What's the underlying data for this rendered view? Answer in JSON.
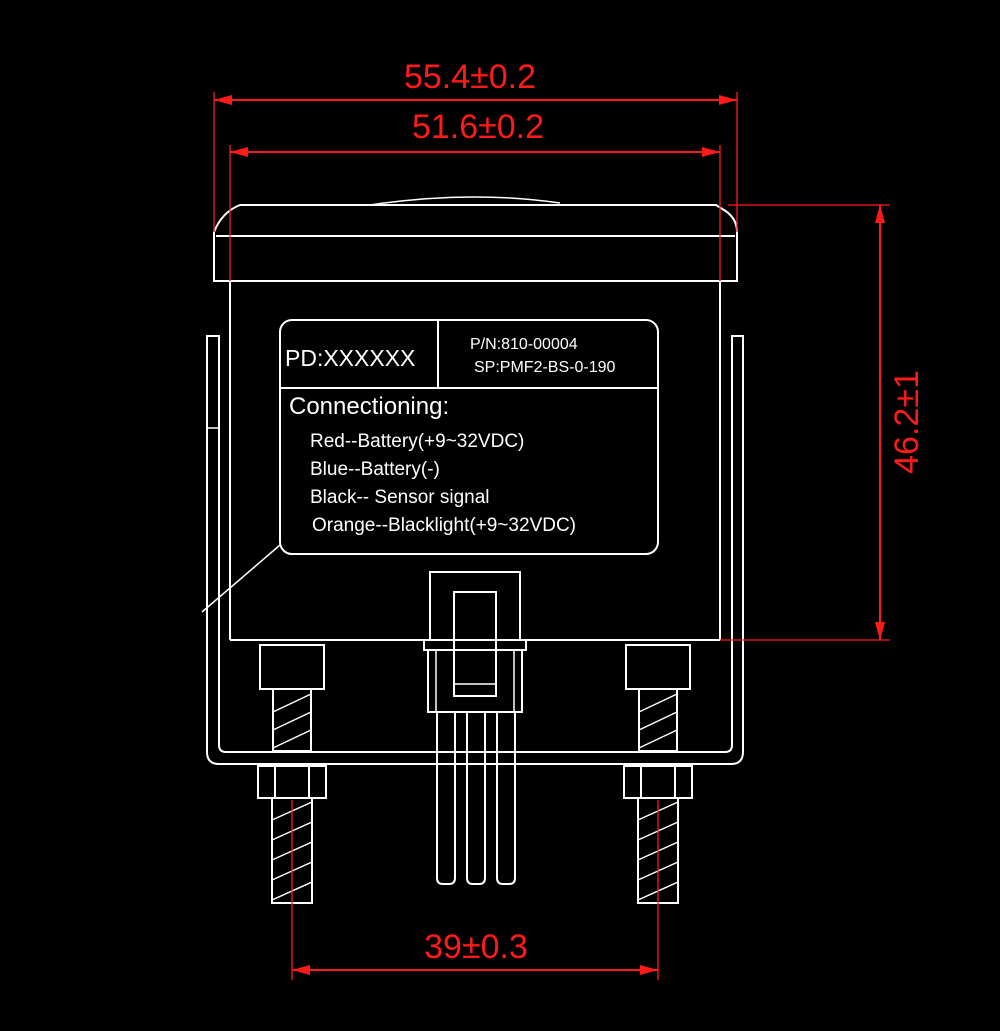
{
  "dimensions": {
    "overall_width": "55.4±0.2",
    "inner_width": "51.6±0.2",
    "height": "46.2±1",
    "terminal_spacing": "39±0.3"
  },
  "label": {
    "pd": "PD:XXXXXX",
    "pn": "P/N:810-00004",
    "sp": "SP:PMF2-BS-0-190",
    "heading": "Connectioning:",
    "wires": [
      "Red--Battery(+9~32VDC)",
      "Blue--Battery(-)",
      "Black-- Sensor signal",
      "Orange--Blacklight(+9~32VDC)"
    ]
  },
  "colors": {
    "background": "#000000",
    "outline": "#ffffff",
    "dimension": "#ff1a1a"
  }
}
